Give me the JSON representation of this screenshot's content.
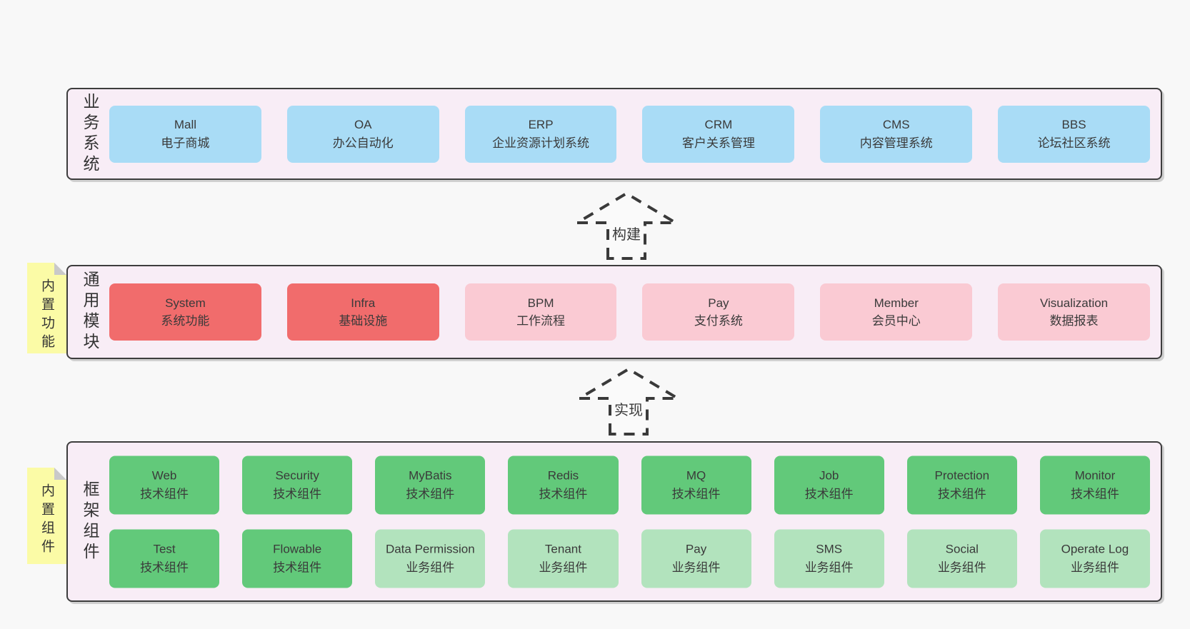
{
  "bands": [
    {
      "label": "业务系统",
      "boxes": [
        {
          "en": "Mall",
          "zh": "电子商城"
        },
        {
          "en": "OA",
          "zh": "办公自动化"
        },
        {
          "en": "ERP",
          "zh": "企业资源计划系统"
        },
        {
          "en": "CRM",
          "zh": "客户关系管理"
        },
        {
          "en": "CMS",
          "zh": "内容管理系统"
        },
        {
          "en": "BBS",
          "zh": "论坛社区系统"
        }
      ]
    },
    {
      "label": "通用模块",
      "sticky": "内置功能",
      "boxes": [
        {
          "en": "System",
          "zh": "系统功能"
        },
        {
          "en": "Infra",
          "zh": "基础设施"
        },
        {
          "en": "BPM",
          "zh": "工作流程"
        },
        {
          "en": "Pay",
          "zh": "支付系统"
        },
        {
          "en": "Member",
          "zh": "会员中心"
        },
        {
          "en": "Visualization",
          "zh": "数据报表"
        }
      ]
    },
    {
      "label": "框架组件",
      "sticky": "内置组件",
      "rows": [
        [
          {
            "en": "Web",
            "zh": "技术组件"
          },
          {
            "en": "Security",
            "zh": "技术组件"
          },
          {
            "en": "MyBatis",
            "zh": "技术组件"
          },
          {
            "en": "Redis",
            "zh": "技术组件"
          },
          {
            "en": "MQ",
            "zh": "技术组件"
          },
          {
            "en": "Job",
            "zh": "技术组件"
          },
          {
            "en": "Protection",
            "zh": "技术组件"
          },
          {
            "en": "Monitor",
            "zh": "技术组件"
          }
        ],
        [
          {
            "en": "Test",
            "zh": "技术组件"
          },
          {
            "en": "Flowable",
            "zh": "技术组件"
          },
          {
            "en": "Data Permission",
            "zh": "业务组件"
          },
          {
            "en": "Tenant",
            "zh": "业务组件"
          },
          {
            "en": "Pay",
            "zh": "业务组件"
          },
          {
            "en": "SMS",
            "zh": "业务组件"
          },
          {
            "en": "Social",
            "zh": "业务组件"
          },
          {
            "en": "Operate Log",
            "zh": "业务组件"
          }
        ]
      ]
    }
  ],
  "arrows": [
    {
      "label": "构建"
    },
    {
      "label": "实现"
    }
  ],
  "colors": {
    "page_background": "#f8f8f8",
    "band_background": "#f8edf6",
    "band_border": "#3d3d3d",
    "business_box": "#a9dcf6",
    "core_module_box": "#f16c6c",
    "optional_module_box": "#facad3",
    "tech_component_box": "#62c97a",
    "biz_component_box": "#b2e3bd",
    "sticky_note": "#fbfba6"
  }
}
